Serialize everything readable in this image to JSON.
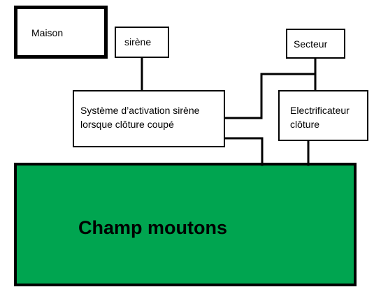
{
  "diagram": {
    "boxes": {
      "maison": "Maison",
      "sirene": "sirène",
      "secteur": "Secteur",
      "systeme": "Système d’activation sirène\nlorsque clôture coupé",
      "electrificateur": "Electrificateur\nclôture"
    },
    "field": {
      "label": "Champ moutons"
    }
  },
  "colors": {
    "field_fill": "#00a550",
    "stroke": "#000000",
    "background": "#ffffff"
  }
}
